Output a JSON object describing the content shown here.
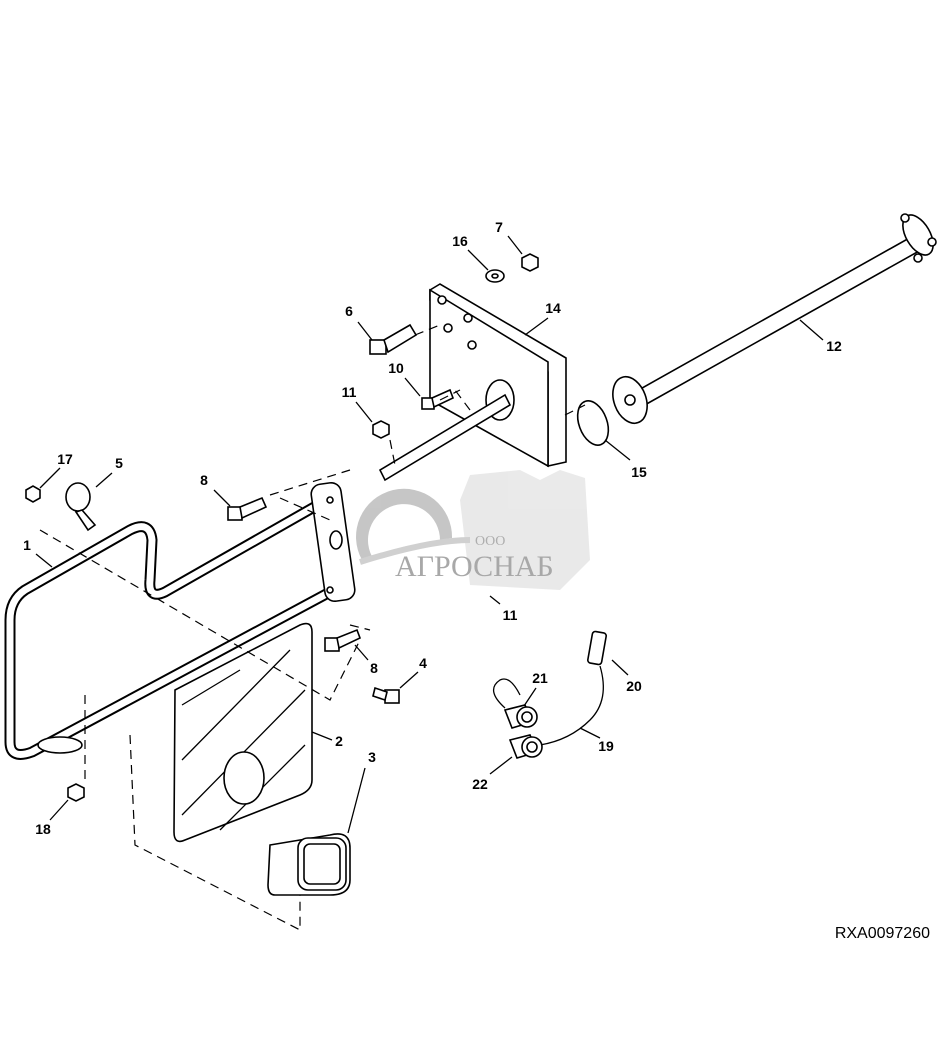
{
  "diagram": {
    "callouts": [
      "7",
      "16",
      "14",
      "6",
      "12",
      "10",
      "11",
      "15",
      "17",
      "5",
      "8",
      "1",
      "11",
      "8",
      "4",
      "21",
      "20",
      "2",
      "19",
      "22",
      "3",
      "18"
    ],
    "figure_code": "RXA0097260"
  },
  "watermark": {
    "prefix": "ООО",
    "name": "АГРОСНАБ"
  }
}
